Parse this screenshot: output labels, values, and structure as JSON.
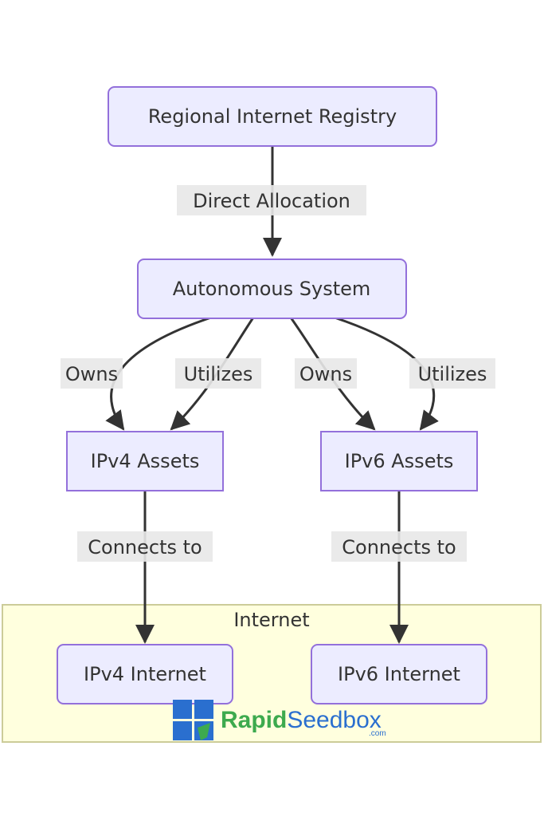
{
  "cluster": {
    "label": "Internet"
  },
  "nodes": {
    "rir": "Regional Internet Registry",
    "as": "Autonomous System",
    "ipv4_assets": "IPv4 Assets",
    "ipv6_assets": "IPv6 Assets",
    "ipv4_internet": "IPv4 Internet",
    "ipv6_internet": "IPv6 Internet"
  },
  "edges": {
    "direct_allocation": "Direct Allocation",
    "owns_ipv4": "Owns",
    "utilizes_ipv4": "Utilizes",
    "owns_ipv6": "Owns",
    "utilizes_ipv6": "Utilizes",
    "connects_ipv4": "Connects to",
    "connects_ipv6": "Connects to"
  },
  "watermark": {
    "brand_part1": "Rapid",
    "brand_part2": "Seedbox",
    "brand_suffix": ".com"
  },
  "colors": {
    "node_fill": "#ECECFF",
    "node_stroke": "#9370DB",
    "cluster_fill": "#FFFFDE",
    "cluster_stroke": "#CCCC99",
    "edge": "#333333",
    "label_bg": "#E8E8E8",
    "logo_blue": "#2A6FCF",
    "logo_green": "#3DAA4E"
  }
}
